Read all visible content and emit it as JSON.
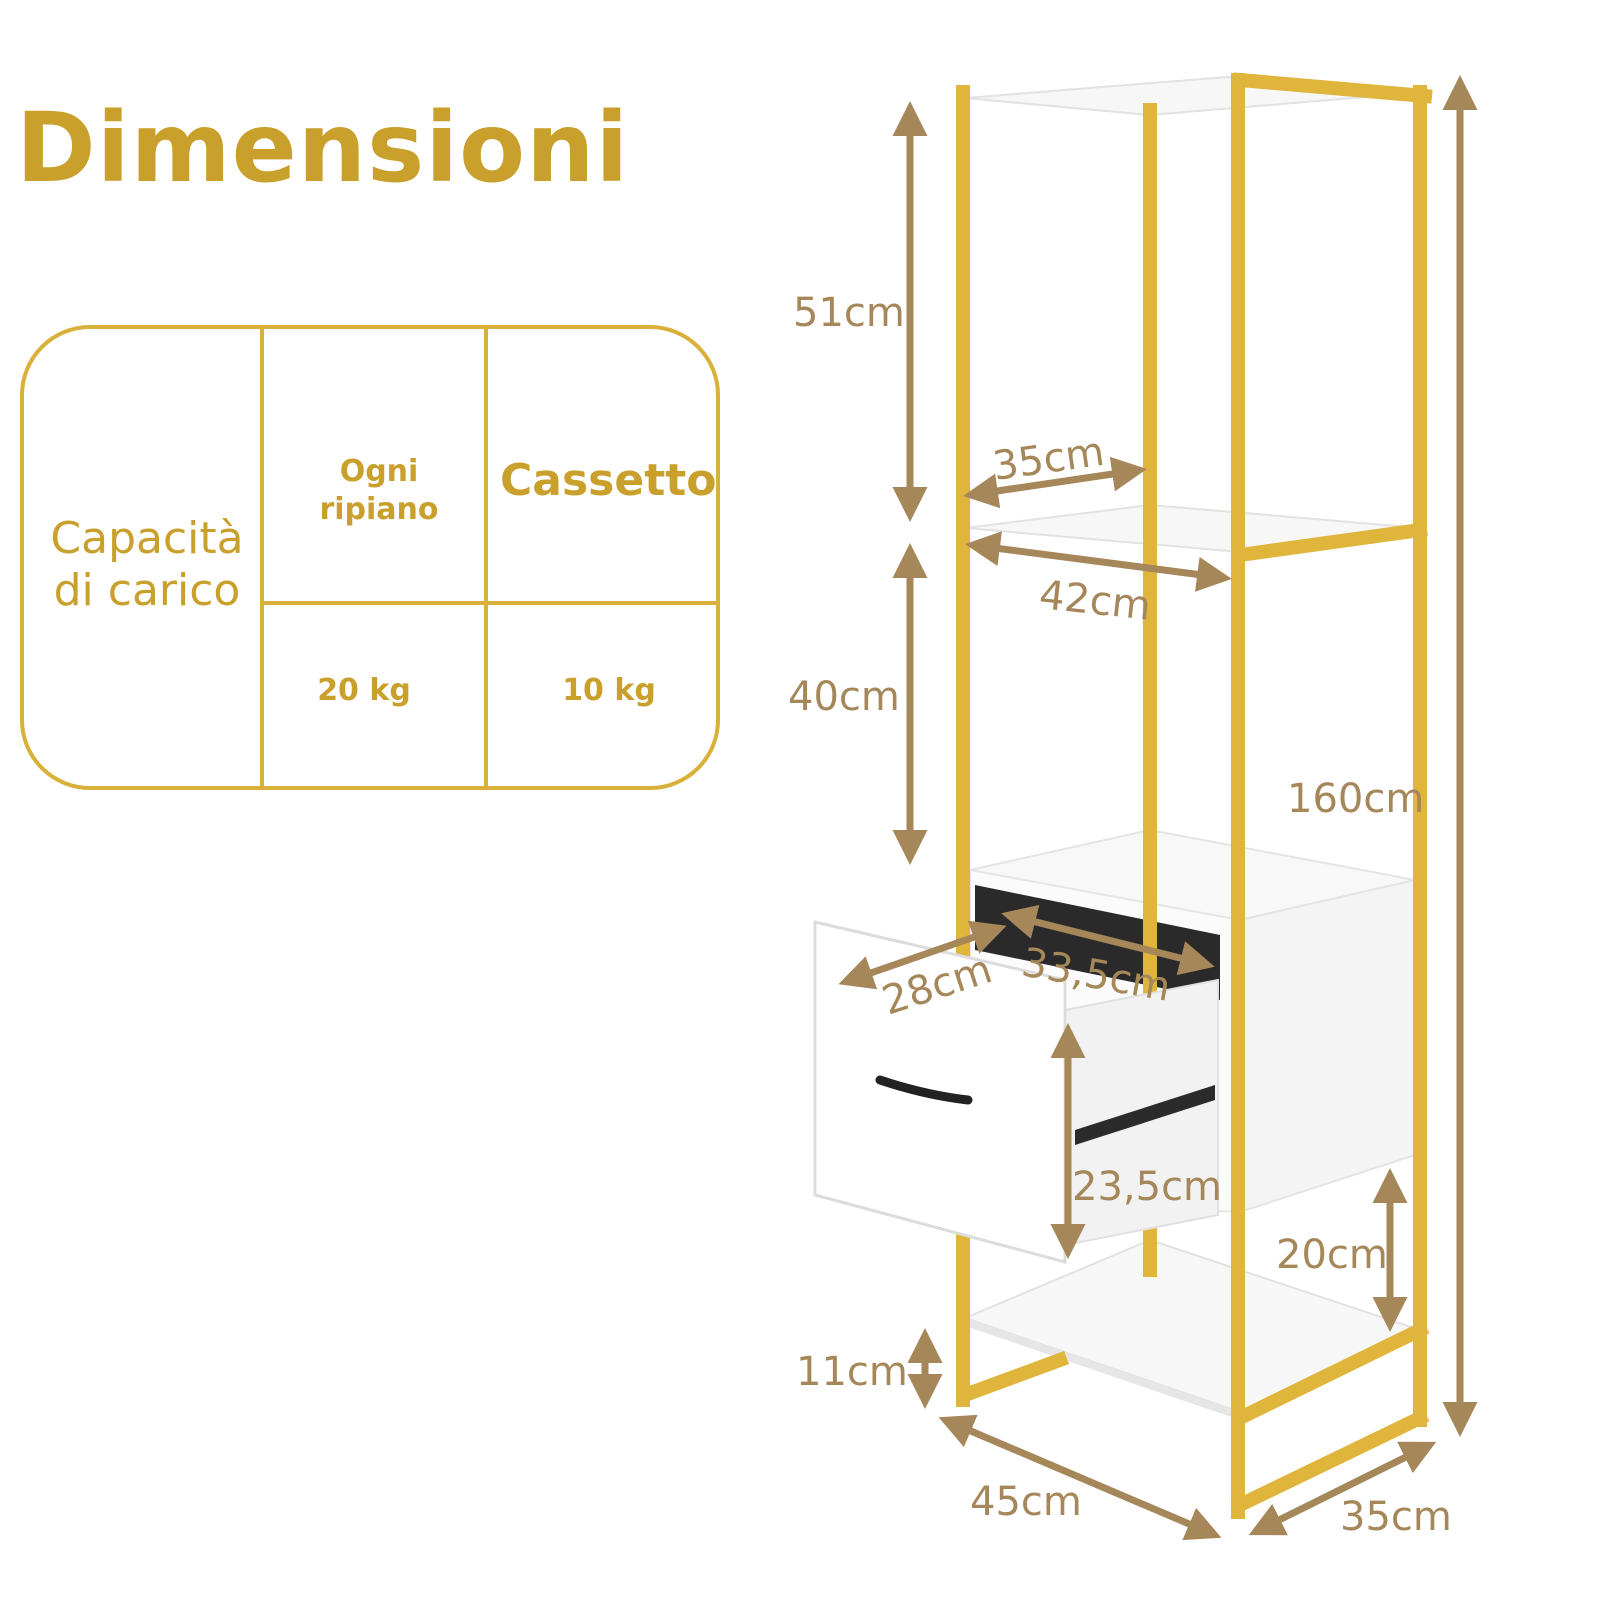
{
  "title": "Dimensioni",
  "capacity_table": {
    "row_label": "Capacità di carico",
    "columns": [
      {
        "header": "Ogni ripiano",
        "value": "20 kg"
      },
      {
        "header": "Cassetto",
        "value": "10 kg"
      }
    ]
  },
  "dimensions": {
    "top_shelf_height": "51cm",
    "middle_shelf_height": "40cm",
    "shelf_depth": "35cm",
    "shelf_width": "42cm",
    "total_height": "160cm",
    "drawer_width": "28cm",
    "drawer_depth": "33,5cm",
    "drawer_height": "23,5cm",
    "bottom_shelf_height": "20cm",
    "leg_height": "11cm",
    "base_width": "45cm",
    "base_depth": "35cm"
  },
  "colors": {
    "accent_gold": "#c9a02c",
    "frame_gold": "#e0b53c",
    "dimension_brown": "#a5875a"
  }
}
